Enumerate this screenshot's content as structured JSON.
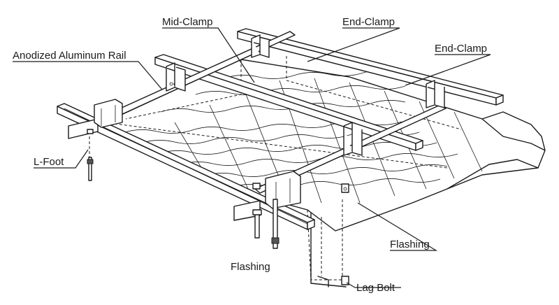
{
  "labels": {
    "mid_clamp": "Mid-Clamp",
    "end_clamp_top": "End-Clamp",
    "end_clamp_right": "End-Clamp",
    "rail": "Anodized Aluminum Rail",
    "l_foot": "L-Foot",
    "flashing_right": "Flashing",
    "flashing_bottom": "Flashing",
    "lag_bolt": "Lag Bolt"
  },
  "colors": {
    "line": "#1a1a1a",
    "background": "#ffffff"
  }
}
